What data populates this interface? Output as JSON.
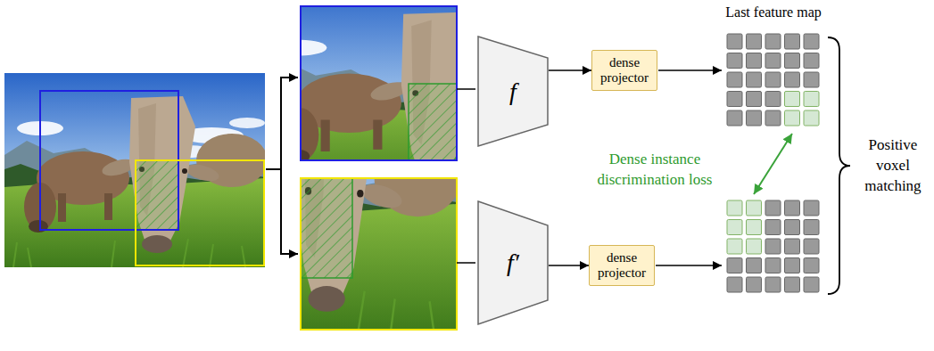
{
  "diagram": {
    "nodes": [
      {
        "text": [
          "f"
        ]
      },
      {
        "text": [
          "dense projector"
        ]
      },
      {
        "text": [
          "f′"
        ]
      },
      {
        "text": [
          "dense projector"
        ]
      }
    ],
    "edges": [
      {
        "from": 0,
        "to": 1,
        "arrow": "to"
      },
      {
        "from": 2,
        "to": 3,
        "arrow": "to"
      }
    ],
    "labels": [
      "Last feature map",
      "Dense instance discrimination loss",
      "Positive voxel matching"
    ]
  }
}
